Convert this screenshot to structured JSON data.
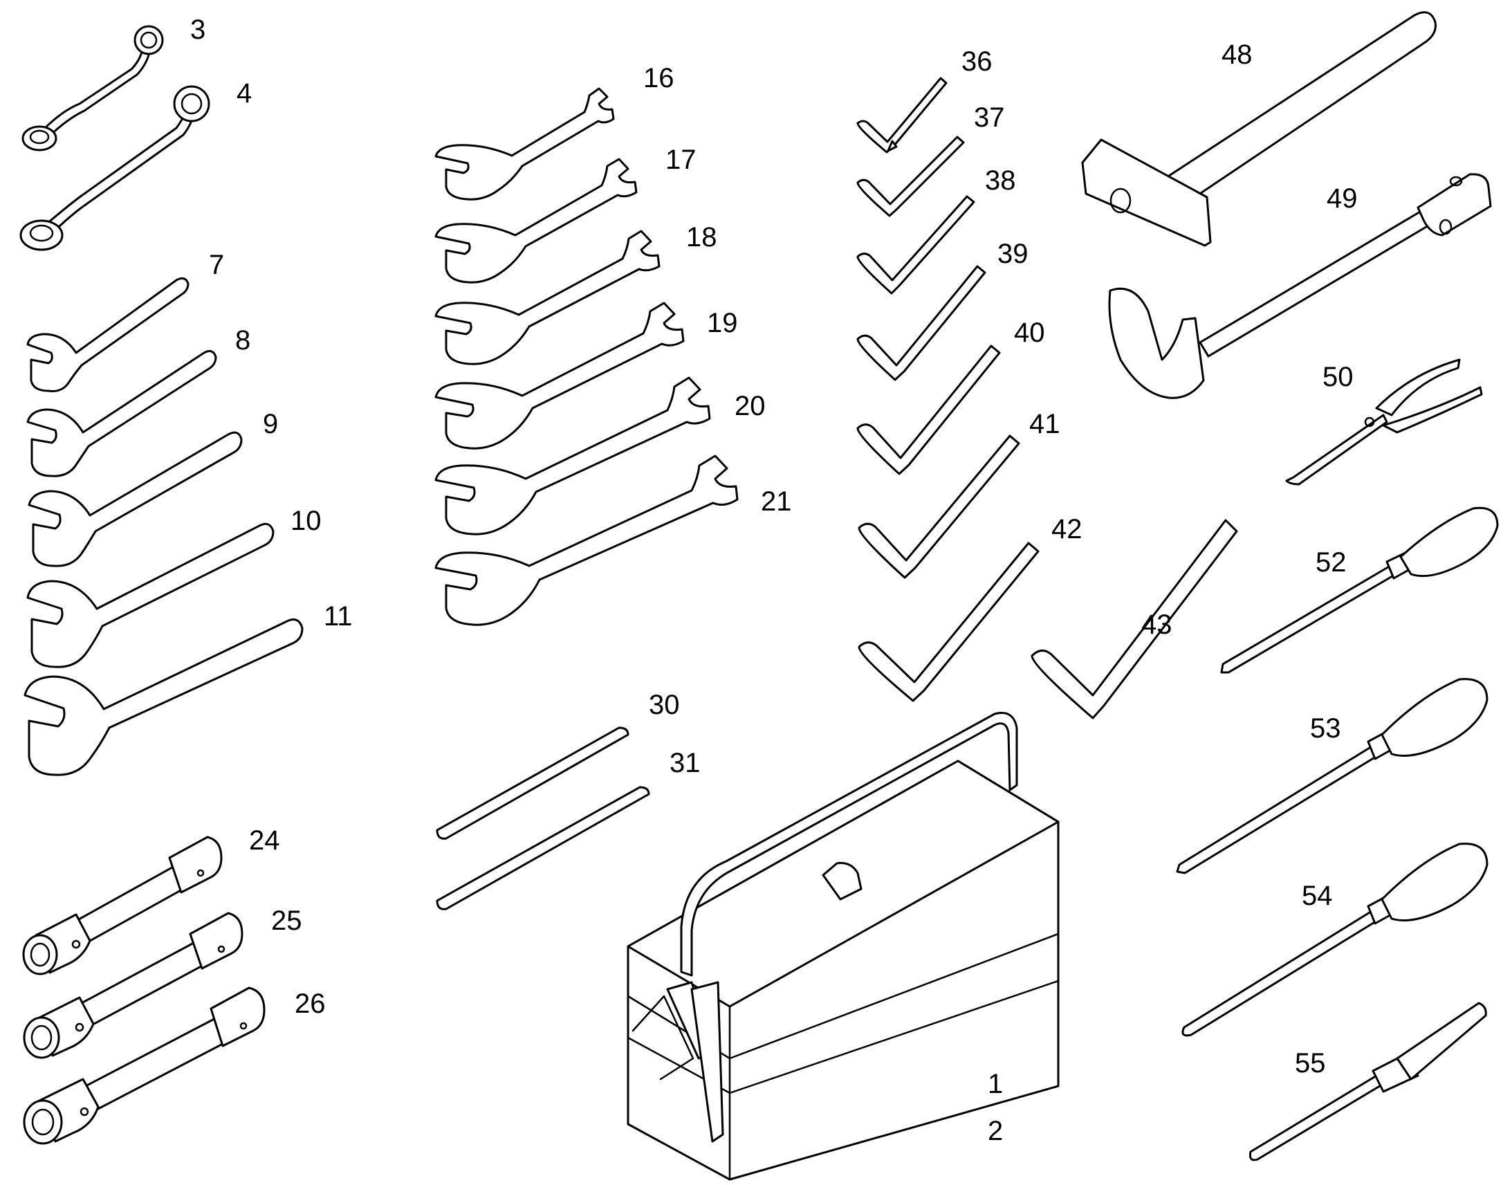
{
  "callouts": [
    {
      "id": "c1",
      "label": "1"
    },
    {
      "id": "c2",
      "label": "2"
    },
    {
      "id": "c3",
      "label": "3"
    },
    {
      "id": "c4",
      "label": "4"
    },
    {
      "id": "c7",
      "label": "7"
    },
    {
      "id": "c8",
      "label": "8"
    },
    {
      "id": "c9",
      "label": "9"
    },
    {
      "id": "c10",
      "label": "10"
    },
    {
      "id": "c11",
      "label": "11"
    },
    {
      "id": "c16",
      "label": "16"
    },
    {
      "id": "c17",
      "label": "17"
    },
    {
      "id": "c18",
      "label": "18"
    },
    {
      "id": "c19",
      "label": "19"
    },
    {
      "id": "c20",
      "label": "20"
    },
    {
      "id": "c21",
      "label": "21"
    },
    {
      "id": "c24",
      "label": "24"
    },
    {
      "id": "c25",
      "label": "25"
    },
    {
      "id": "c26",
      "label": "26"
    },
    {
      "id": "c30",
      "label": "30"
    },
    {
      "id": "c31",
      "label": "31"
    },
    {
      "id": "c36",
      "label": "36"
    },
    {
      "id": "c37",
      "label": "37"
    },
    {
      "id": "c38",
      "label": "38"
    },
    {
      "id": "c39",
      "label": "39"
    },
    {
      "id": "c40",
      "label": "40"
    },
    {
      "id": "c41",
      "label": "41"
    },
    {
      "id": "c42",
      "label": "42"
    },
    {
      "id": "c43",
      "label": "43"
    },
    {
      "id": "c48",
      "label": "48"
    },
    {
      "id": "c49",
      "label": "49"
    },
    {
      "id": "c50",
      "label": "50"
    },
    {
      "id": "c52",
      "label": "52"
    },
    {
      "id": "c53",
      "label": "53"
    },
    {
      "id": "c54",
      "label": "54"
    },
    {
      "id": "c55",
      "label": "55"
    }
  ],
  "colors": {
    "line": "#000000",
    "background": "#ffffff"
  }
}
